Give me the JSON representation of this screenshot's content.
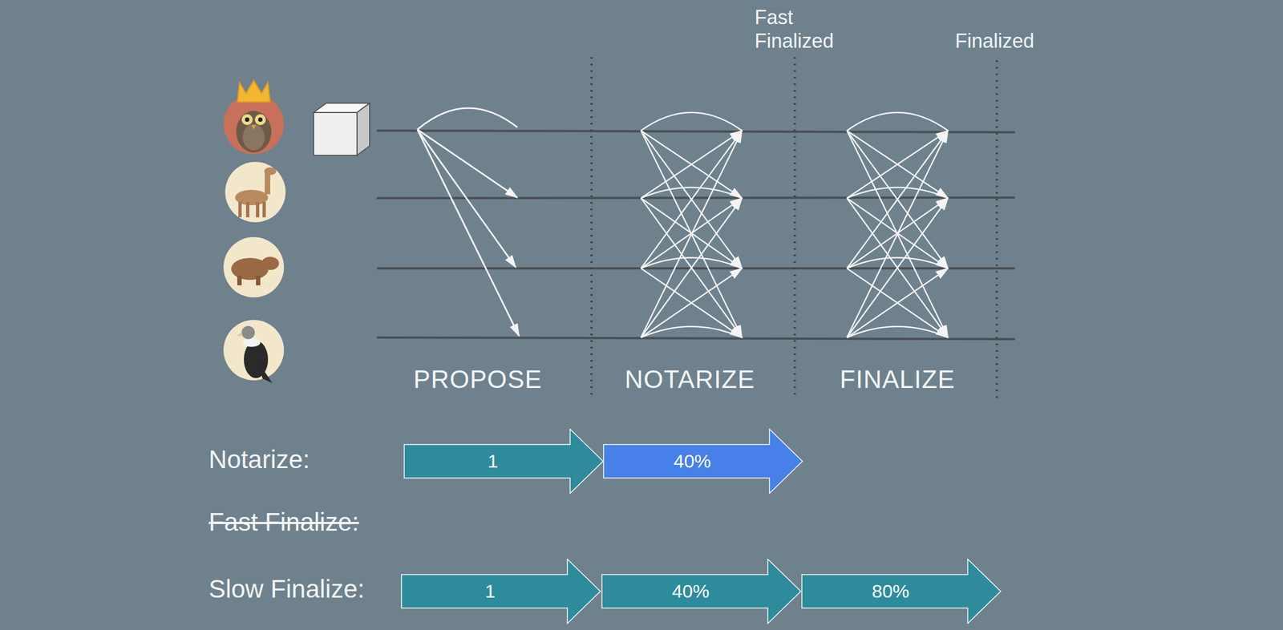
{
  "diagram": {
    "nodes": [
      {
        "text": [
          "1"
        ]
      },
      {
        "text": [
          "40%"
        ]
      },
      {
        "text": [
          "1"
        ]
      },
      {
        "text": [
          "40%"
        ]
      },
      {
        "text": [
          "80%"
        ]
      }
    ],
    "labels": [
      "Fast Finalized",
      "Finalized",
      "PROPOSE",
      "NOTARIZE",
      "FINALIZE",
      "Notarize:",
      "Fast Finalize:",
      "Slow Finalize:"
    ]
  }
}
